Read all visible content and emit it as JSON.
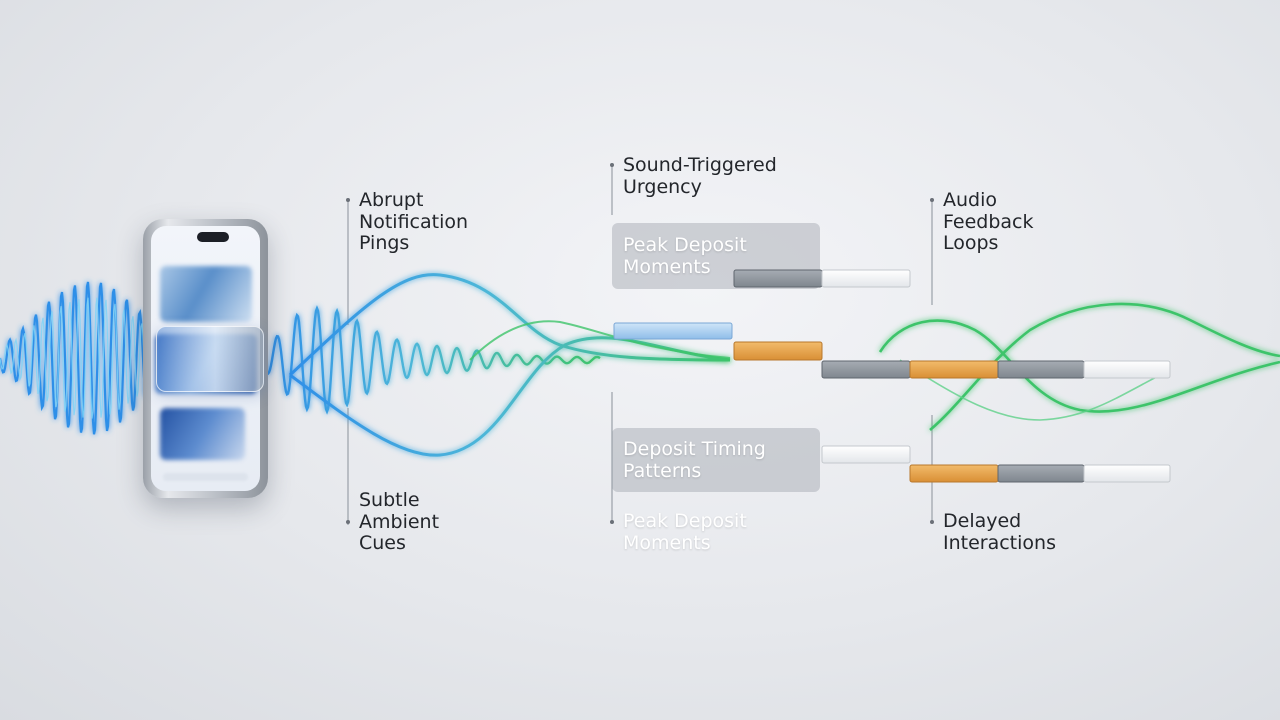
{
  "labels": {
    "abrupt": [
      "Abrupt",
      "Notification",
      "Pings"
    ],
    "subtle": [
      "Subtle",
      "Ambient",
      "Cues"
    ],
    "sound_triggered": [
      "Sound-Triggered",
      "Urgency"
    ],
    "peak_deposit_panel": [
      "Peak Deposit",
      "Moments"
    ],
    "deposit_timing_panel": [
      "Deposit Timing",
      "Patterns"
    ],
    "peak_deposit_bottom": [
      "Peak Deposit",
      "Moments"
    ],
    "audio_feedback": [
      "Audio",
      "Feedback",
      "Loops"
    ],
    "delayed": [
      "Delayed",
      "Interactions"
    ]
  },
  "colors": {
    "wave_blue": "#2f8fe8",
    "wave_cyan": "#5cc3f2",
    "wave_green": "#3ec46a",
    "bar_orange": "#e8a24a",
    "bar_blue": "#a9cdf0",
    "bar_gray": "#8f959c",
    "bar_light": "#f2f4f6"
  },
  "icons": {
    "device": "smartphone-icon",
    "sound": "sound-wave-icon"
  }
}
